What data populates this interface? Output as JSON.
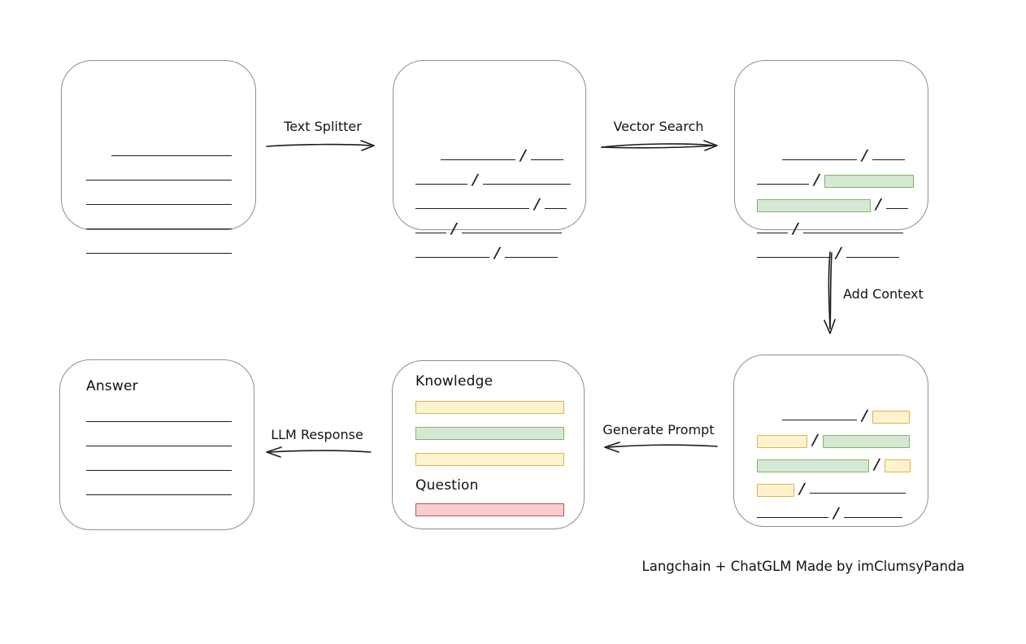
{
  "caption": {
    "text": "Langchain + ChatGLM Made by imClumsyPanda"
  },
  "colors": {
    "green_fill": "#d5e8d4",
    "green_stroke": "#82b366",
    "yellow_fill": "#fff2cc",
    "yellow_stroke": "#d6b656",
    "red_fill": "#f8cecc",
    "red_stroke": "#b85450",
    "box_border": "#8f8f8f",
    "ink": "#1c1c1c"
  },
  "arrows": {
    "text_splitter": {
      "label": "Text Splitter",
      "direction": "right"
    },
    "vector_search": {
      "label": "Vector Search",
      "direction": "right"
    },
    "add_context": {
      "label": "Add Context",
      "direction": "down"
    },
    "generate_prompt": {
      "label": "Generate Prompt",
      "direction": "left"
    },
    "llm_response": {
      "label": "LLM Response",
      "direction": "left"
    }
  },
  "boxes": {
    "document": {
      "description": "source document with plain text lines",
      "rows": [
        {
          "indent": 31,
          "segments": [
            {
              "kind": "line",
              "w": 148
            }
          ]
        },
        {
          "segments": [
            {
              "kind": "line",
              "w": 179
            }
          ]
        },
        {
          "segments": [
            {
              "kind": "line",
              "w": 179
            }
          ]
        },
        {
          "segments": [
            {
              "kind": "line",
              "w": 179
            }
          ]
        },
        {
          "segments": [
            {
              "kind": "line",
              "w": 179
            }
          ]
        }
      ]
    },
    "chunks": {
      "description": "document split into chunks by slashes",
      "rows": [
        {
          "indent": 31,
          "segments": [
            {
              "kind": "line",
              "w": 92
            },
            {
              "kind": "slash"
            },
            {
              "kind": "line",
              "w": 40
            }
          ]
        },
        {
          "segments": [
            {
              "kind": "line",
              "w": 64
            },
            {
              "kind": "slash"
            },
            {
              "kind": "line",
              "w": 108
            }
          ]
        },
        {
          "segments": [
            {
              "kind": "line",
              "w": 140
            },
            {
              "kind": "slash"
            },
            {
              "kind": "line",
              "w": 27
            }
          ]
        },
        {
          "segments": [
            {
              "kind": "line",
              "w": 38
            },
            {
              "kind": "slash"
            },
            {
              "kind": "line",
              "w": 123
            }
          ]
        },
        {
          "segments": [
            {
              "kind": "line",
              "w": 91
            },
            {
              "kind": "slash"
            },
            {
              "kind": "line",
              "w": 65
            }
          ]
        }
      ]
    },
    "vector_results": {
      "description": "chunks with vector-search matches highlighted green",
      "rows": [
        {
          "indent": 31,
          "segments": [
            {
              "kind": "line",
              "w": 92
            },
            {
              "kind": "slash"
            },
            {
              "kind": "line",
              "w": 40
            }
          ]
        },
        {
          "segments": [
            {
              "kind": "line",
              "w": 64
            },
            {
              "kind": "slash"
            },
            {
              "kind": "green",
              "w": 110
            }
          ]
        },
        {
          "segments": [
            {
              "kind": "green",
              "w": 140
            },
            {
              "kind": "slash"
            },
            {
              "kind": "line",
              "w": 27
            }
          ]
        },
        {
          "segments": [
            {
              "kind": "line",
              "w": 38
            },
            {
              "kind": "slash"
            },
            {
              "kind": "line",
              "w": 123
            }
          ]
        },
        {
          "segments": [
            {
              "kind": "line",
              "w": 91
            },
            {
              "kind": "slash"
            },
            {
              "kind": "line",
              "w": 65
            }
          ]
        }
      ]
    },
    "context": {
      "description": "matches plus added context chunks highlighted yellow",
      "rows": [
        {
          "indent": 31,
          "segments": [
            {
              "kind": "line",
              "w": 92
            },
            {
              "kind": "slash"
            },
            {
              "kind": "yellow",
              "w": 46
            }
          ]
        },
        {
          "segments": [
            {
              "kind": "yellow",
              "w": 62
            },
            {
              "kind": "slash"
            },
            {
              "kind": "green",
              "w": 107
            }
          ]
        },
        {
          "segments": [
            {
              "kind": "green",
              "w": 138
            },
            {
              "kind": "slash"
            },
            {
              "kind": "yellow",
              "w": 32
            }
          ]
        },
        {
          "segments": [
            {
              "kind": "yellow",
              "w": 46
            },
            {
              "kind": "slash"
            },
            {
              "kind": "line",
              "w": 118
            }
          ]
        },
        {
          "segments": [
            {
              "kind": "line",
              "w": 88
            },
            {
              "kind": "slash"
            },
            {
              "kind": "line",
              "w": 72
            }
          ]
        }
      ]
    },
    "prompt": {
      "knowledge_label": "Knowledge",
      "question_label": "Question",
      "knowledge_bars": [
        "yellow",
        "green",
        "yellow"
      ],
      "question_bars": [
        "red"
      ]
    },
    "answer": {
      "label": "Answer",
      "line_count": 4
    }
  }
}
